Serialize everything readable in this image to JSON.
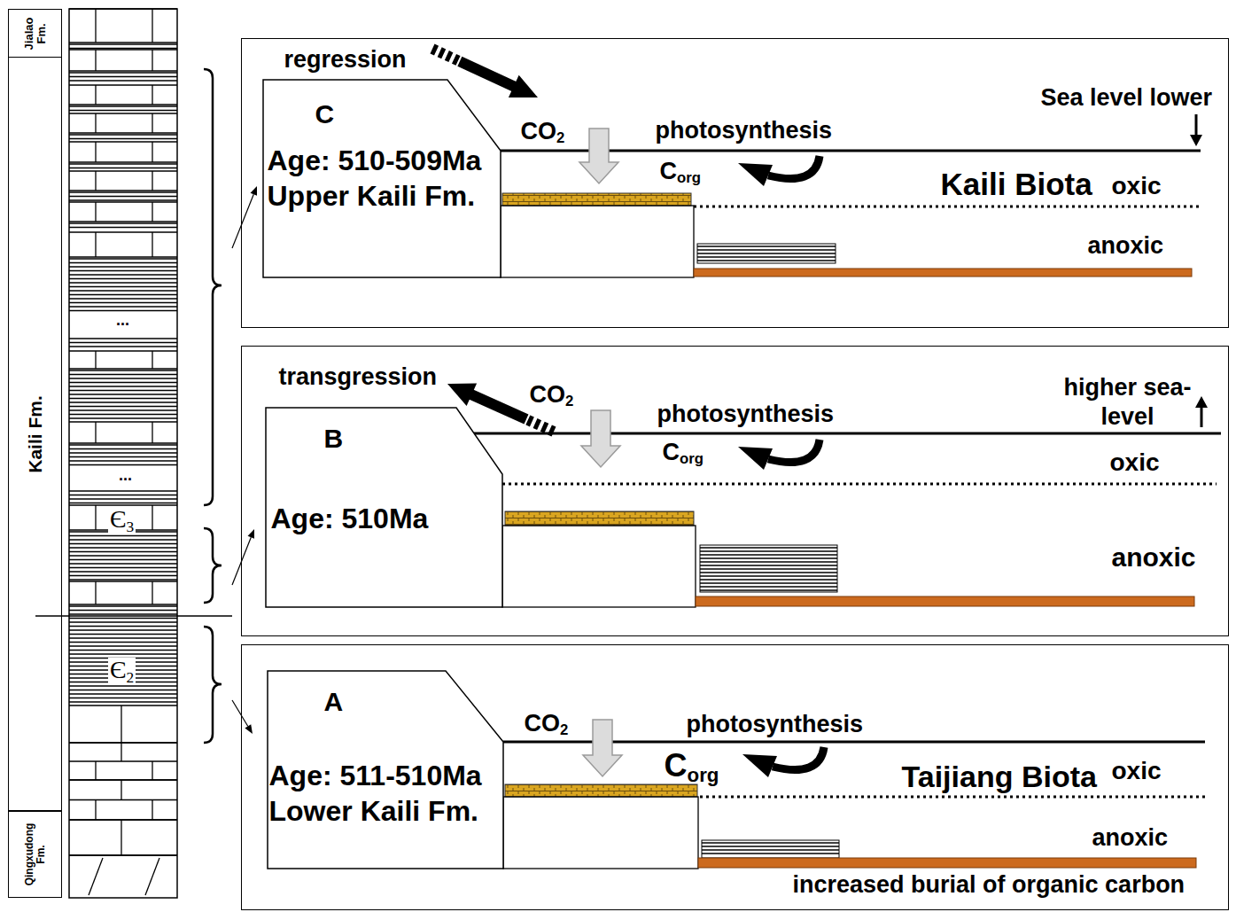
{
  "diagram": {
    "nodes": [
      {
        "text": [
          "Jialao Fm."
        ]
      },
      {
        "text": [
          "Kaili Fm."
        ]
      },
      {
        "text": [
          "Qingxudong Fm."
        ]
      },
      {
        "text": [
          "regression",
          "Sea level lower",
          "CO2",
          "photosynthesis",
          "Corg",
          "Kaili Biota",
          "oxic",
          "anoxic"
        ]
      },
      {
        "text": [
          "C",
          "Age: 510-509Ma",
          "Upper Kaili Fm."
        ],
        "in": 3
      },
      {
        "text": [
          "transgression",
          "CO2",
          "photosynthesis",
          "higher sea-level",
          "Corg",
          "oxic",
          "anoxic"
        ]
      },
      {
        "text": [
          "B",
          "Age: 510Ma"
        ],
        "in": 5
      },
      {
        "text": [
          "CO2",
          "photosynthesis",
          "Corg",
          "Taijiang Biota",
          "oxic",
          "anoxic",
          "increased burial of organic carbon"
        ]
      },
      {
        "text": [
          "A",
          "Age: 511-510Ma",
          "Lower Kaili Fm."
        ],
        "in": 7
      }
    ],
    "labels": [
      "Є3",
      "Є2",
      "...",
      "..."
    ]
  }
}
